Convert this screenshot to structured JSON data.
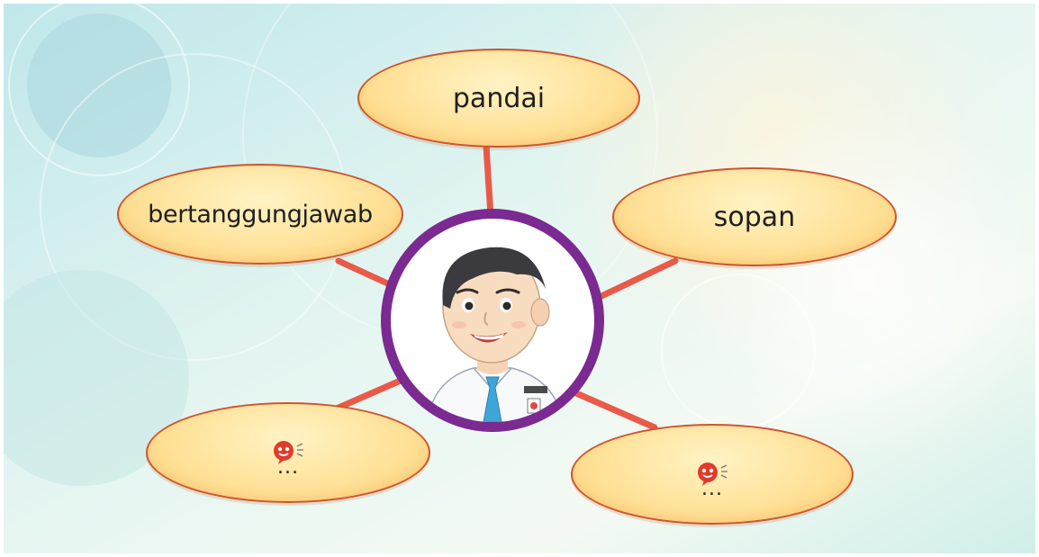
{
  "diagram": {
    "center": {
      "image": "student-boy-illustration"
    },
    "nodes": [
      {
        "id": "top",
        "label": "pandai"
      },
      {
        "id": "upper-left",
        "label": "bertanggungjawab"
      },
      {
        "id": "upper-right",
        "label": "sopan"
      },
      {
        "id": "lower-left",
        "label": "",
        "icon": "thinking-speech-icon",
        "placeholder": "..."
      },
      {
        "id": "lower-right",
        "label": "",
        "icon": "thinking-speech-icon",
        "placeholder": "..."
      }
    ],
    "colors": {
      "connector": "#ea5a48",
      "bubble_fill": "#ffe29a",
      "bubble_border": "#d0542a",
      "portrait_ring": "#7a2a90",
      "background": "#d6f0ee"
    }
  }
}
